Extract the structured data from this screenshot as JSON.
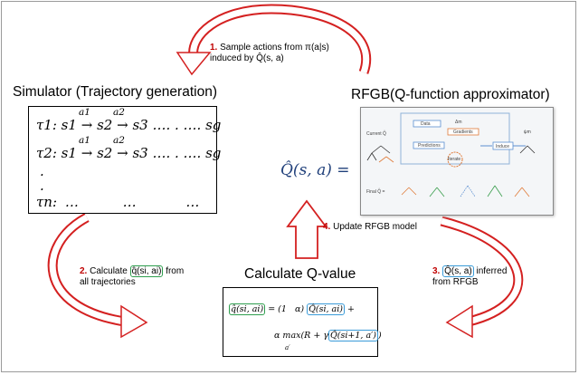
{
  "simulator": {
    "title": "Simulator (Trajectory generation)",
    "rows": [
      {
        "tau": "τ1",
        "s1": "s1",
        "arrow1": "→",
        "a1": "a1",
        "s2": "s2",
        "arrow2": "→",
        "a2": "a2",
        "s3": "s3",
        "rest": "…. . ….",
        "sg": "sg"
      },
      {
        "tau": "τ2",
        "s1": "s1",
        "arrow1": "→",
        "a1": "a1",
        "s2": "s2",
        "arrow2": "→",
        "a2": "a2",
        "s3": "s3",
        "rest": "…. . ….",
        "sg": "sg"
      }
    ],
    "dots": [
      ".",
      "."
    ],
    "last_tau": "τn",
    "last_colon": ":",
    "last_ellipsis1": "…",
    "last_ellipsis2": "…",
    "last_ellipsis3": "…"
  },
  "rfgb": {
    "title": "RFGB(Q-function approximator)",
    "mini_labels": {
      "current": "Current Q̂",
      "data": "Data",
      "gradients": "Gradients",
      "predictions": "Predictions",
      "delta": "Δm",
      "induce": "Induce",
      "psi": "ψm",
      "iterate": "Iterate",
      "final": "Final Q̂ ="
    }
  },
  "q_label": "Q̂(s, a) =",
  "steps": {
    "step1": {
      "number": "1.",
      "line1": "Sample actions from π(a|s)",
      "line2": "induced by Q̂(s, a)"
    },
    "step2": {
      "number": "2.",
      "line1_pre": "Calculate",
      "highlight": "q̂(si, ai)",
      "line1_post": "from",
      "line2": "all trajectories"
    },
    "step3": {
      "number": "3.",
      "highlight": "Q̂(s, a)",
      "line1_post": "inferred",
      "line2": "from RFGB"
    },
    "step4": {
      "number": "4.",
      "text": "Update RFGB model"
    }
  },
  "calc": {
    "title": "Calculate Q-value",
    "eq_lhs": "q̂(si, ai)",
    "eq_equals": "= (1",
    "eq_alpha": "α)",
    "eq_q": "Q̂(si, ai)",
    "eq_plus": "+",
    "eq_max": "α max(R + γ",
    "eq_sub": "a′",
    "eq_q2": "Q̂(si+1, a′)",
    "eq_close": ")"
  }
}
